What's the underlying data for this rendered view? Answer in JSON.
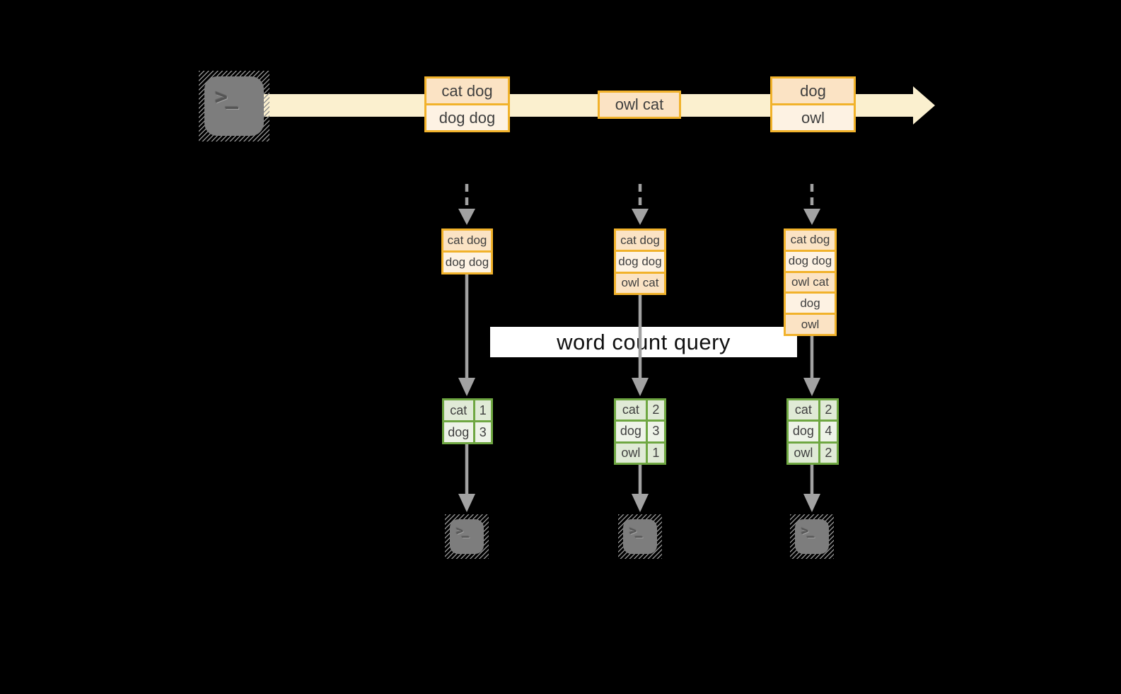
{
  "title": "word count query",
  "stream": {
    "source_icon": "terminal",
    "batches": [
      {
        "records": [
          "cat dog",
          "dog dog"
        ]
      },
      {
        "records": [
          "owl cat"
        ]
      },
      {
        "records": [
          "dog",
          "owl"
        ]
      }
    ]
  },
  "columns": [
    {
      "buffer": [
        "cat dog",
        "dog dog"
      ],
      "result": {
        "rows": [
          [
            "cat",
            "1"
          ],
          [
            "dog",
            "3"
          ]
        ]
      }
    },
    {
      "buffer": [
        "cat dog",
        "dog dog",
        "owl cat"
      ],
      "result": {
        "rows": [
          [
            "cat",
            "2"
          ],
          [
            "dog",
            "3"
          ],
          [
            "owl",
            "1"
          ]
        ]
      }
    },
    {
      "buffer": [
        "cat dog",
        "dog dog",
        "owl cat",
        "dog",
        "owl"
      ],
      "result": {
        "rows": [
          [
            "cat",
            "2"
          ],
          [
            "dog",
            "4"
          ],
          [
            "owl",
            "2"
          ]
        ]
      }
    }
  ],
  "icons": {
    "terminal_glyph": ">_"
  },
  "colors": {
    "accent_orange": "#f1b22b",
    "record_dark": "#fbe3c4",
    "record_light": "#fdf2e3",
    "stream_band": "#fbf0cf",
    "accent_green": "#6fa742",
    "result_dark": "#e0ead6",
    "result_light": "#eef3e8",
    "arrow_gray": "#a2a2a2",
    "background": "#000000"
  }
}
